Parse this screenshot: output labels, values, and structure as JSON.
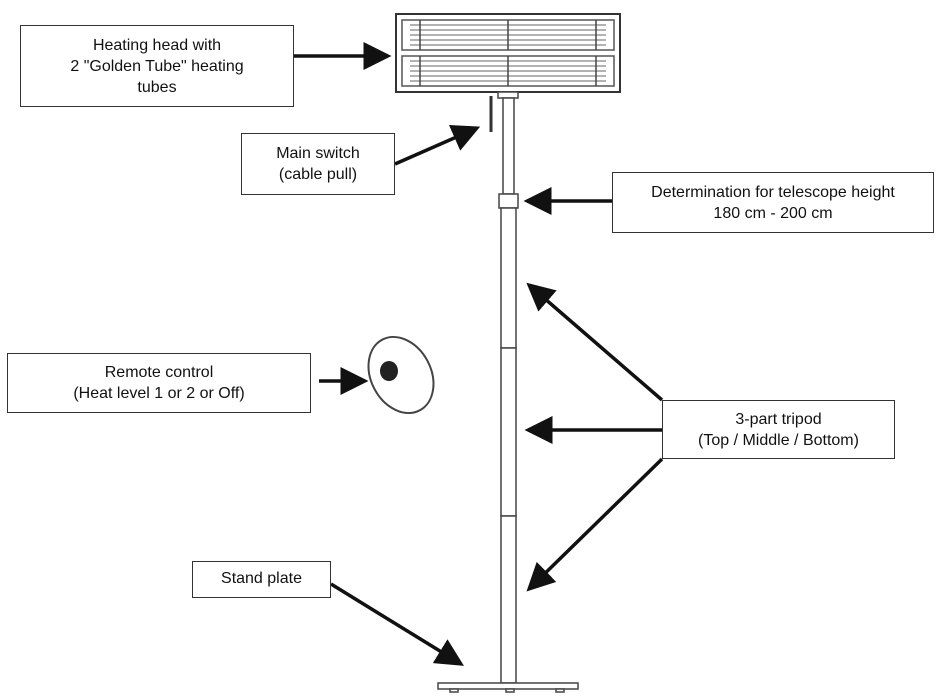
{
  "labels": {
    "heating_head": {
      "lines": [
        "Heating head with",
        "2 \"Golden Tube\" heating",
        "tubes"
      ]
    },
    "main_switch": {
      "lines": [
        "Main switch",
        "(cable pull)"
      ]
    },
    "telescope": {
      "lines": [
        "Determination for telescope height",
        "180 cm - 200 cm"
      ]
    },
    "remote": {
      "lines": [
        "Remote control",
        "(Heat level 1 or 2 or Off)"
      ]
    },
    "tripod": {
      "lines": [
        "3-part tripod",
        "(Top / Middle / Bottom)"
      ]
    },
    "stand_plate": {
      "lines": [
        "Stand plate"
      ]
    }
  },
  "colors": {
    "line": "#111111",
    "stroke": "#444444",
    "fill_dark": "#222222"
  }
}
